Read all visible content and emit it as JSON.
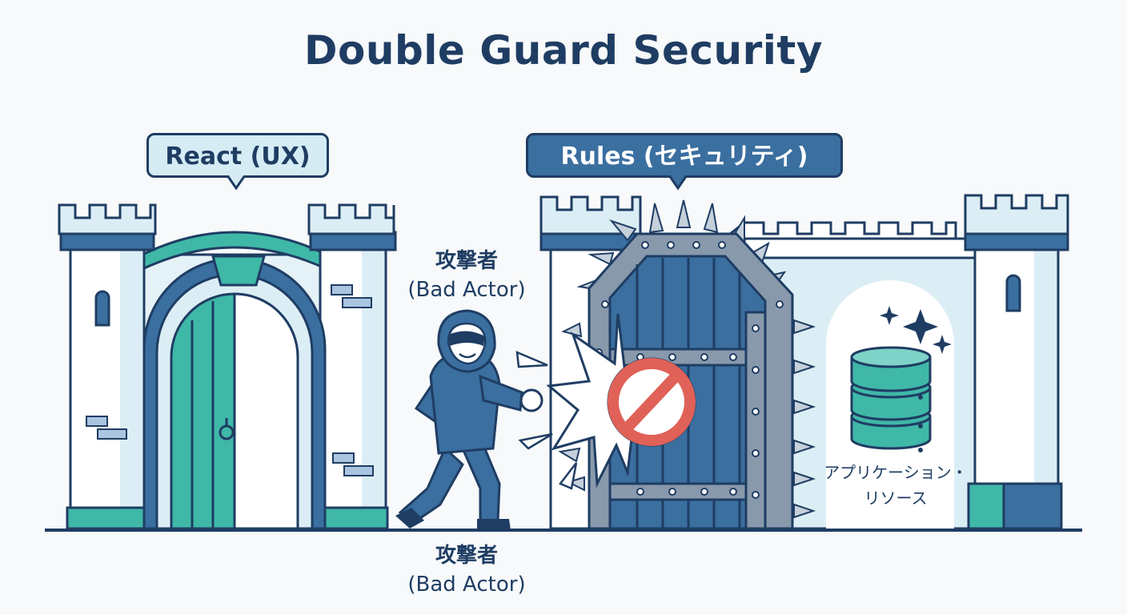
{
  "title": "Double Guard Security",
  "react_bubble": {
    "label": "React (UX)"
  },
  "rules_bubble": {
    "label": "Rules (セキュリティ)"
  },
  "attacker": {
    "top_label_line1": "攻撃者",
    "top_label_line2": "(Bad Actor)",
    "bottom_label_line1": "攻撃者",
    "bottom_label_line2": "(Bad Actor)"
  },
  "resource": {
    "label_line1": "アプリケーション・",
    "label_line2": "リソース"
  },
  "colors": {
    "navy": "#1f3d63",
    "teal": "#3fb8a8",
    "steel": "#8799ab",
    "blue_door": "#3a6fa0",
    "block_red": "#e06158",
    "pale_blue": "#dceef5"
  }
}
